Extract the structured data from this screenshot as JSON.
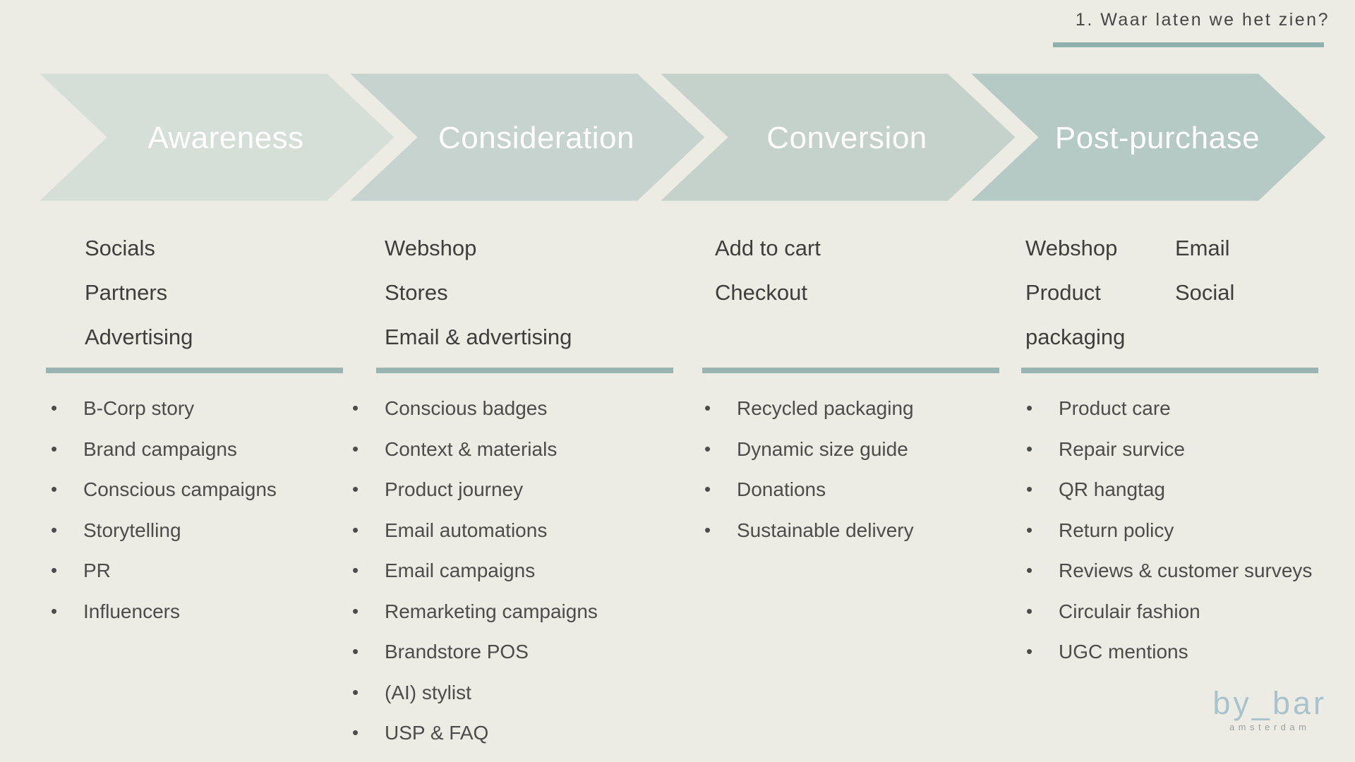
{
  "slide": {
    "title": "1. Waar laten we het zien?",
    "background_color": "#edece4",
    "title_underline_color": "#8fb0ad",
    "divider_color": "#9ab5b1"
  },
  "funnel": {
    "stages": [
      {
        "label": "Awareness",
        "color": "#d5ded7"
      },
      {
        "label": "Consideration",
        "color": "#c7d3ce"
      },
      {
        "label": "Conversion",
        "color": "#c5d2cc"
      },
      {
        "label": "Post-purchase",
        "color": "#b5c9c5"
      }
    ]
  },
  "columns": [
    {
      "stage": "Awareness",
      "channels": [
        "Socials",
        "Partners",
        "Advertising"
      ],
      "items": [
        "B-Corp story",
        "Brand campaigns",
        "Conscious campaigns",
        "Storytelling",
        "PR",
        "Influencers"
      ]
    },
    {
      "stage": "Consideration",
      "channels": [
        "Webshop",
        "Stores",
        "Email & advertising"
      ],
      "items": [
        "Conscious badges",
        "Context & materials",
        "Product journey",
        "Email automations",
        "Email campaigns",
        "Remarketing campaigns",
        "Brandstore POS",
        "(AI) stylist",
        "USP & FAQ"
      ]
    },
    {
      "stage": "Conversion",
      "channels": [
        "Add to cart",
        "Checkout"
      ],
      "items": [
        "Recycled packaging",
        "Dynamic size guide",
        "Donations",
        "Sustainable delivery"
      ]
    },
    {
      "stage": "Post-purchase",
      "channels_left": [
        "Webshop",
        "Product packaging"
      ],
      "channels_right": [
        "Email",
        "Social"
      ],
      "items": [
        "Product care",
        "Repair survice",
        "QR hangtag",
        "Return policy",
        "Reviews & customer surveys",
        "Circulair fashion",
        "UGC mentions"
      ]
    }
  ],
  "logo": {
    "brand": "by_bar",
    "tagline": "amsterdam",
    "brand_color": "#a9c3cd"
  }
}
